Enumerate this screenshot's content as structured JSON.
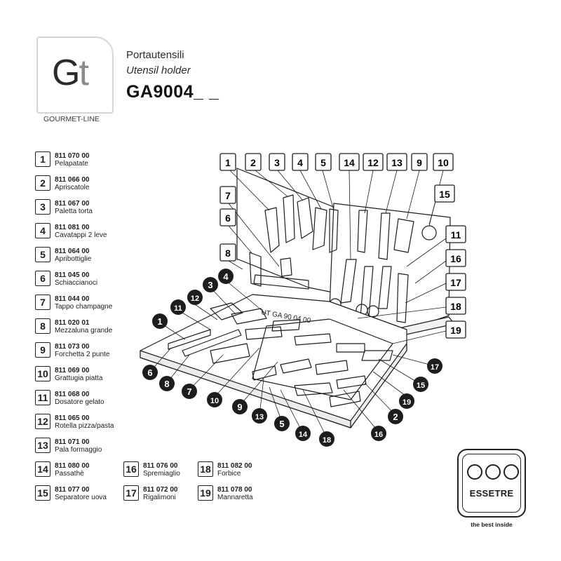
{
  "brand": {
    "logo_main": "G",
    "logo_accent": "t",
    "line": "GOURMET-LINE"
  },
  "product": {
    "title_it": "Portautensili",
    "title_en": "Utensil holder",
    "code": "GA9004_ _"
  },
  "legend": [
    {
      "num": "1",
      "code": "811 070 00",
      "name": "Pelapatate"
    },
    {
      "num": "2",
      "code": "811 066 00",
      "name": "Apriscatole"
    },
    {
      "num": "3",
      "code": "811 067 00",
      "name": "Paletta torta"
    },
    {
      "num": "4",
      "code": "811 081 00",
      "name": "Cavatappi 2 leve"
    },
    {
      "num": "5",
      "code": "811 064 00",
      "name": "Apribottiglie"
    },
    {
      "num": "6",
      "code": "811 045 00",
      "name": "Schiaccianoci"
    },
    {
      "num": "7",
      "code": "811 044 00",
      "name": "Tappo champagne"
    },
    {
      "num": "8",
      "code": "811 020 01",
      "name": "Mezzaluna grande"
    },
    {
      "num": "9",
      "code": "811 073 00",
      "name": "Forchetta 2 punte"
    },
    {
      "num": "10",
      "code": "811 069 00",
      "name": "Grattugia piatta"
    },
    {
      "num": "11",
      "code": "811 068 00",
      "name": "Dosatore gelato"
    },
    {
      "num": "12",
      "code": "811 065 00",
      "name": "Rotella pizza/pasta"
    },
    {
      "num": "13",
      "code": "811 071 00",
      "name": "Pala formaggio"
    },
    {
      "num": "14",
      "code": "811 080 00",
      "name": "Passathè"
    },
    {
      "num": "15",
      "code": "811 077 00",
      "name": "Separatore uova"
    },
    {
      "num": "16",
      "code": "811 076 00",
      "name": "Spremiaglio"
    },
    {
      "num": "17",
      "code": "811 072 00",
      "name": "Rigalimoni"
    },
    {
      "num": "18",
      "code": "811 082 00",
      "name": "Forbice"
    },
    {
      "num": "19",
      "code": "811 078 00",
      "name": "Mannaretta"
    }
  ],
  "diagram": {
    "tray_label": "UT GA 90 04 00",
    "top_boxes": [
      "1",
      "2",
      "3",
      "4",
      "5",
      "14",
      "12",
      "13",
      "9",
      "10"
    ],
    "left_boxes": [
      "7",
      "6",
      "8"
    ],
    "right_boxes": [
      "15",
      "11",
      "16",
      "17",
      "18",
      "19"
    ],
    "circles_upper": [
      "4",
      "3",
      "12",
      "11",
      "1"
    ],
    "circles_lower_left": [
      "6",
      "8",
      "7",
      "10",
      "9",
      "13",
      "5",
      "14",
      "18",
      "16",
      "2",
      "19",
      "15",
      "17"
    ]
  },
  "essetre": {
    "name": "ESSETRE",
    "tagline": "the best inside"
  }
}
